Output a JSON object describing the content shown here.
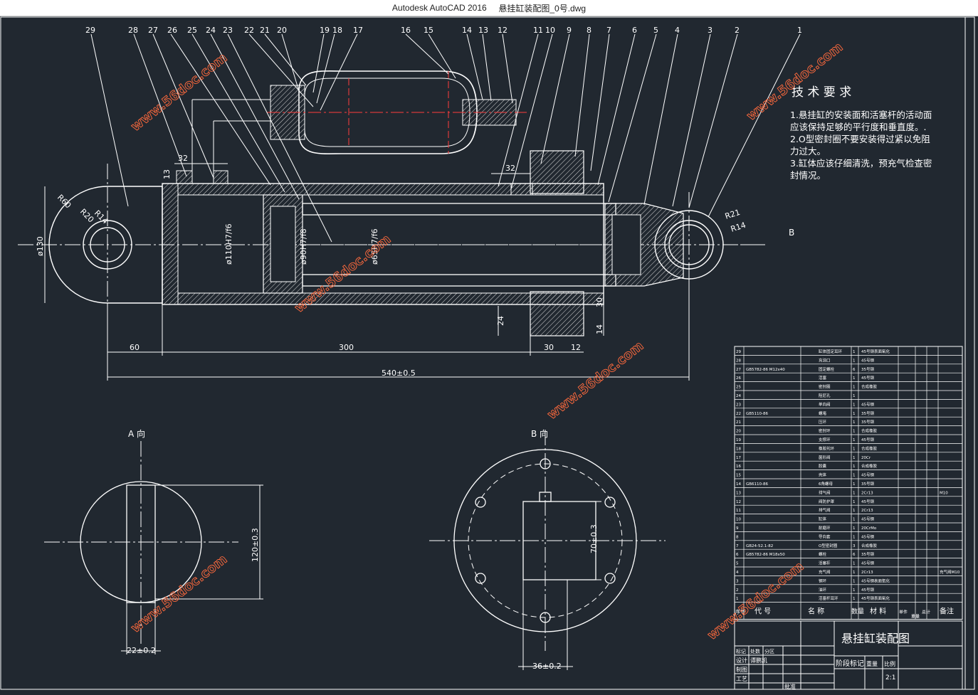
{
  "window": {
    "app": "Autodesk AutoCAD 2016",
    "file": "悬挂缸装配图_0号.dwg"
  },
  "colors": {
    "background": "#212830",
    "lines": "#ffffff",
    "centerline": "#ff3b3b",
    "titlebar": "#ffffff"
  },
  "requirements": {
    "heading": "技 术 要 求",
    "lines": [
      "1.悬挂缸的安装面和活塞杆的活动面",
      "应该保持足够的平行度和垂直度。.",
      "2.O型密封圈不要安装得过紧以免阻",
      "力过大。",
      "3.缸体应该仔细清洗，预充气检查密",
      "封情况。"
    ]
  },
  "balloons": [
    "29",
    "28",
    "27",
    "26",
    "25",
    "24",
    "23",
    "22",
    "21",
    "20",
    "19",
    "18",
    "17",
    "16",
    "15",
    "14",
    "13",
    "12",
    "11",
    "10",
    "9",
    "8",
    "7",
    "6",
    "5",
    "4",
    "3",
    "2",
    "1"
  ],
  "dimensions": {
    "d1": "32",
    "d2": "13",
    "d3": "32",
    "r60": "R60",
    "r20": "R20",
    "r14a": "R14",
    "dia130": "ø130",
    "dia110": "ø110H7/f6",
    "dia90": "ø90H7/f8",
    "dia65": "ø65H7/f6",
    "r21": "R21",
    "r14b": "R14",
    "b": "B",
    "d24": "24",
    "d30v": "30",
    "d14": "14",
    "d60": "60",
    "d300": "300",
    "d30": "30",
    "d12": "12",
    "d540": "540±0.5"
  },
  "viewA": {
    "label": "A  向",
    "dim120": "120±0.3",
    "dim22": "22±0.2"
  },
  "viewB": {
    "label": "B  向",
    "dim70": "70±0.3",
    "dim36": "36±0.2"
  },
  "bom": {
    "rows": [
      [
        "29",
        "",
        "缸体固定耳环",
        "1",
        "45号钢表面氧化",
        ""
      ],
      [
        "28",
        "",
        "充油口",
        "1",
        "45号钢",
        ""
      ],
      [
        "27",
        "GB5782-86 M12x40",
        "固定螺栓",
        "6",
        "35号钢",
        ""
      ],
      [
        "26",
        "",
        "活塞",
        "1",
        "45号钢",
        ""
      ],
      [
        "25",
        "",
        "密封圈",
        "1",
        "合成橡胶",
        ""
      ],
      [
        "24",
        "",
        "阻尼孔",
        "1",
        "",
        ""
      ],
      [
        "23",
        "",
        "单向阀",
        "1",
        "45号钢",
        ""
      ],
      [
        "22",
        "GB5110-86",
        "螺堵",
        "1",
        "35号钢",
        ""
      ],
      [
        "21",
        "",
        "压环",
        "1",
        "35号钢",
        ""
      ],
      [
        "20",
        "",
        "密封环",
        "1",
        "合成橡胶",
        ""
      ],
      [
        "19",
        "",
        "支撑环",
        "1",
        "45号钢",
        ""
      ],
      [
        "18",
        "",
        "橡胶托环",
        "1",
        "合成橡胶",
        ""
      ],
      [
        "17",
        "",
        "菌形阀",
        "1",
        "20Cr",
        ""
      ],
      [
        "16",
        "",
        "胶囊",
        "1",
        "合成橡胶",
        ""
      ],
      [
        "15",
        "",
        "壳体",
        "1",
        "45号钢",
        ""
      ],
      [
        "14",
        "GB6110-86",
        "6角螺母",
        "1",
        "35号钢",
        ""
      ],
      [
        "13",
        "",
        "排气阀",
        "1",
        "2Cr13",
        "M10"
      ],
      [
        "12",
        "",
        "阀防护罩",
        "1",
        "45号钢",
        ""
      ],
      [
        "11",
        "",
        "排气阀",
        "1",
        "2Cr13",
        ""
      ],
      [
        "10",
        "",
        "缸体",
        "1",
        "45号钢",
        ""
      ],
      [
        "9",
        "",
        "耐磨环",
        "1",
        "20CrMo",
        ""
      ],
      [
        "8",
        "",
        "导向套",
        "1",
        "45号钢",
        ""
      ],
      [
        "7",
        "GB24-52.1-82",
        "O型密封圈",
        "3",
        "合成橡胶",
        ""
      ],
      [
        "6",
        "GB5782-86 M18x50",
        "螺栓",
        "6",
        "35号钢",
        ""
      ],
      [
        "5",
        "",
        "活塞杆",
        "1",
        "45号钢",
        ""
      ],
      [
        "4",
        "",
        "充气阀",
        "1",
        "2Cr13",
        "充气阀M10"
      ],
      [
        "3",
        "",
        "钢环",
        "1",
        "45号钢表面氧化",
        ""
      ],
      [
        "2",
        "",
        "油环",
        "1",
        "45号钢",
        ""
      ],
      [
        "1",
        "",
        "活塞杆耳环",
        "1",
        "45号钢表面氧化",
        ""
      ]
    ],
    "header": {
      "seq": "序号",
      "code": "代  号",
      "name": "名  称",
      "qty": "数量",
      "material": "材  料",
      "unit": "单件",
      "total": "总计",
      "weight": "重量",
      "note": "备注"
    },
    "title_block": {
      "drawing_title": "悬挂缸装配图",
      "row1": [
        "标记",
        "处数",
        "分区"
      ],
      "design": "设计",
      "designer": "谭鹏凯",
      "draw": "制图",
      "craft": "工艺",
      "approve": "批准",
      "stage": "阶段标记",
      "weight": "重量",
      "scale": "比例",
      "scale_val": "2:1"
    }
  },
  "watermark": "www.56doc.com"
}
